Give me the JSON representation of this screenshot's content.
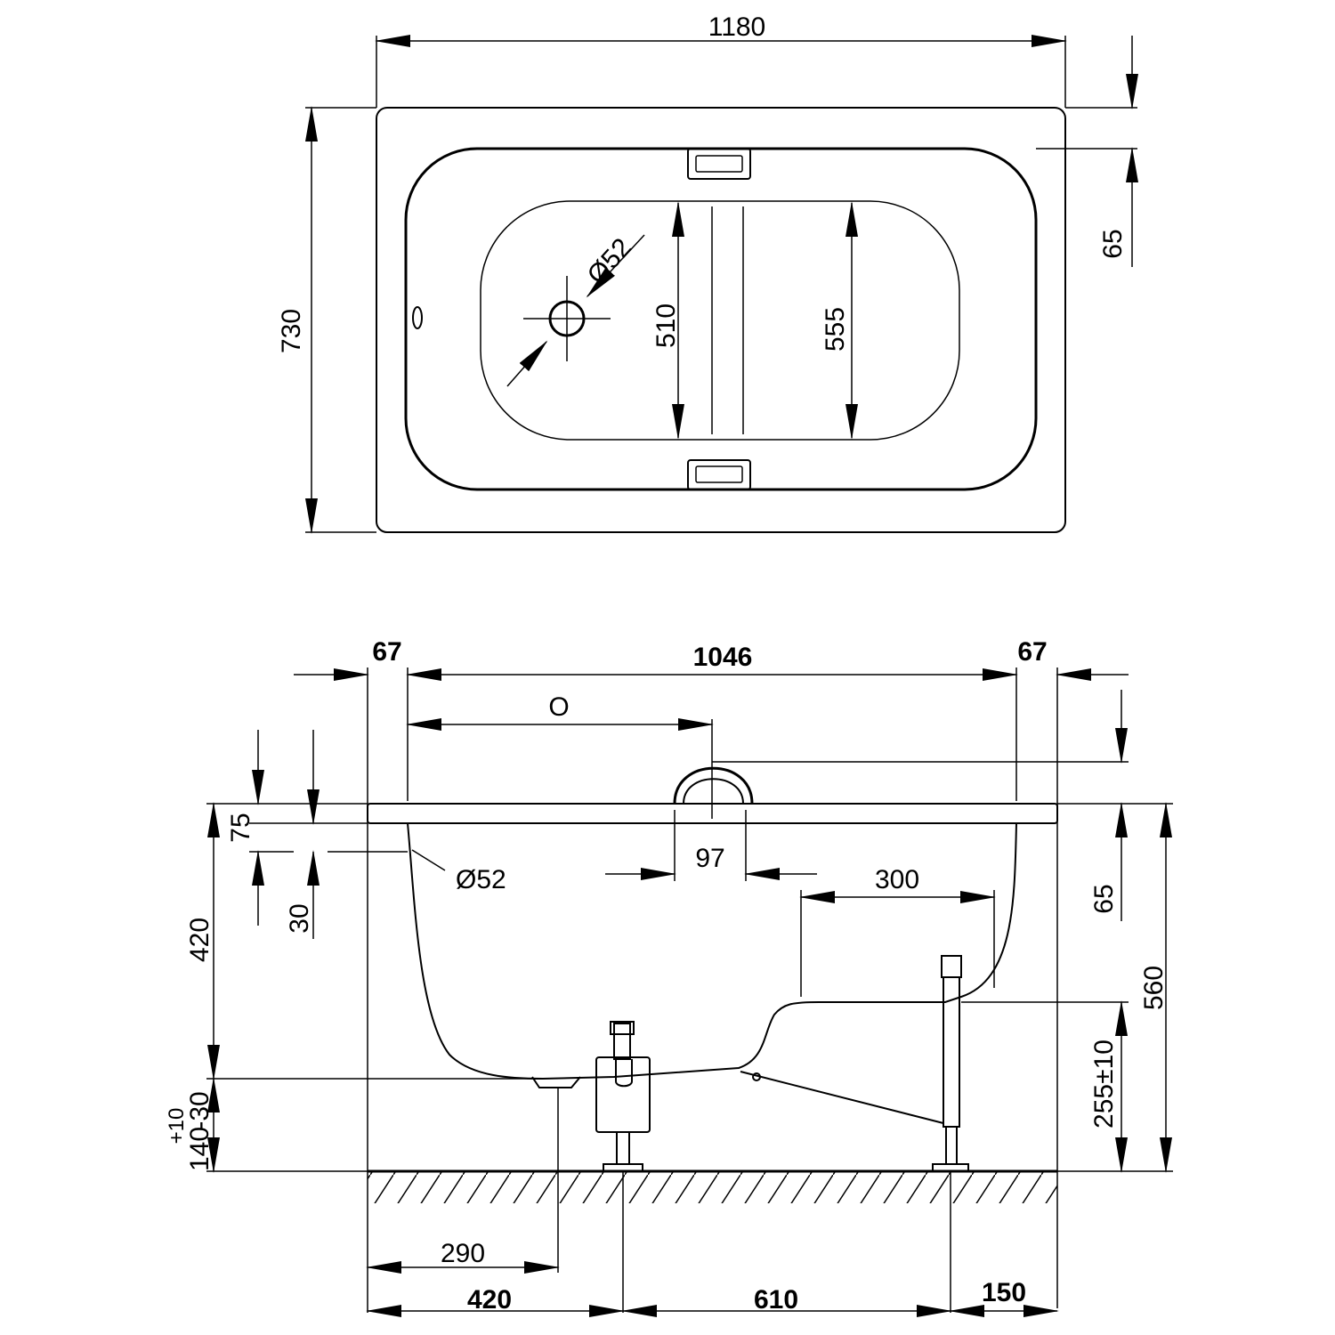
{
  "top_view": {
    "width": "1180",
    "depth": "730",
    "rim_offset": "65",
    "drain_diameter": "Ø52",
    "inner_width_a": "510",
    "inner_width_b": "555"
  },
  "side_view": {
    "rim_left": "67",
    "inner_length": "1046",
    "rim_right": "67",
    "overflow_position": "O",
    "rim_thickness": "75",
    "overflow_height": "30",
    "overflow_diameter": "Ø52",
    "handle_width": "97",
    "flat_section": "300",
    "tub_depth": "420",
    "foot_height": "140",
    "foot_tol_upper": "+10",
    "foot_tol_lower": "-30",
    "right_rim_offset": "65",
    "total_height": "560",
    "leg_height": "255±10",
    "drain_distance": "290",
    "support_left": "420",
    "support_mid": "610",
    "support_right": "150"
  }
}
